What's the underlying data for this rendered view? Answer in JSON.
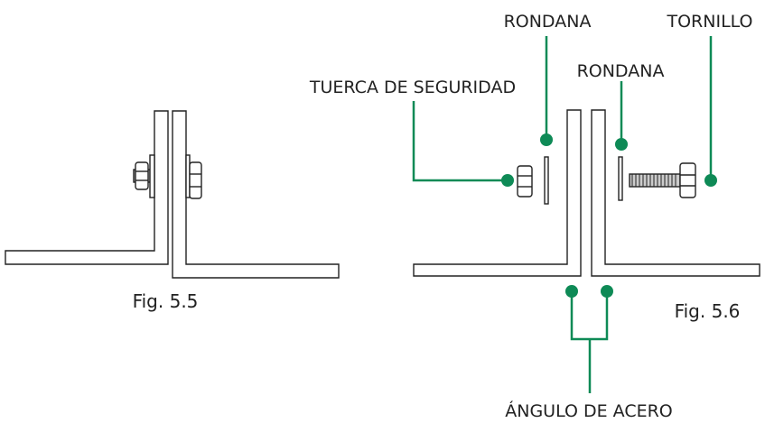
{
  "colors": {
    "line": "#222222",
    "accent": "#0e8a56",
    "background": "#ffffff"
  },
  "figures": {
    "assembled": {
      "caption": "Fig. 5.5"
    },
    "exploded": {
      "caption": "Fig. 5.6"
    }
  },
  "labels": {
    "washer_top": "RONDANA",
    "bolt": "TORNILLO",
    "washer_right": "RONDANA",
    "lock_nut": "TUERCA DE SEGURIDAD",
    "steel_angle": "ÁNGULO DE ACERO"
  }
}
